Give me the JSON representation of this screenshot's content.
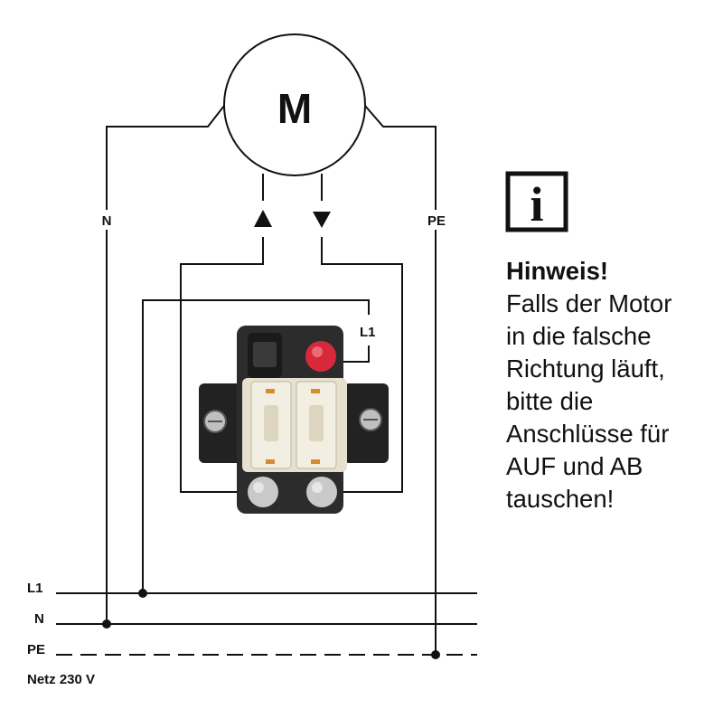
{
  "diagram": {
    "motor_label": "M",
    "label_n": "N",
    "label_pe": "PE",
    "label_l1_switch": "L1",
    "bus": {
      "l1": "L1",
      "n": "N",
      "pe": "PE",
      "supply": "Netz 230 V"
    }
  },
  "info": {
    "icon_glyph": "i",
    "title": "Hinweis!",
    "lines": [
      "Falls der Motor",
      "in die falsche",
      "Richtung läuft,",
      "bitte die",
      "Anschlüsse für",
      "AUF und AB",
      "tauschen!"
    ]
  }
}
